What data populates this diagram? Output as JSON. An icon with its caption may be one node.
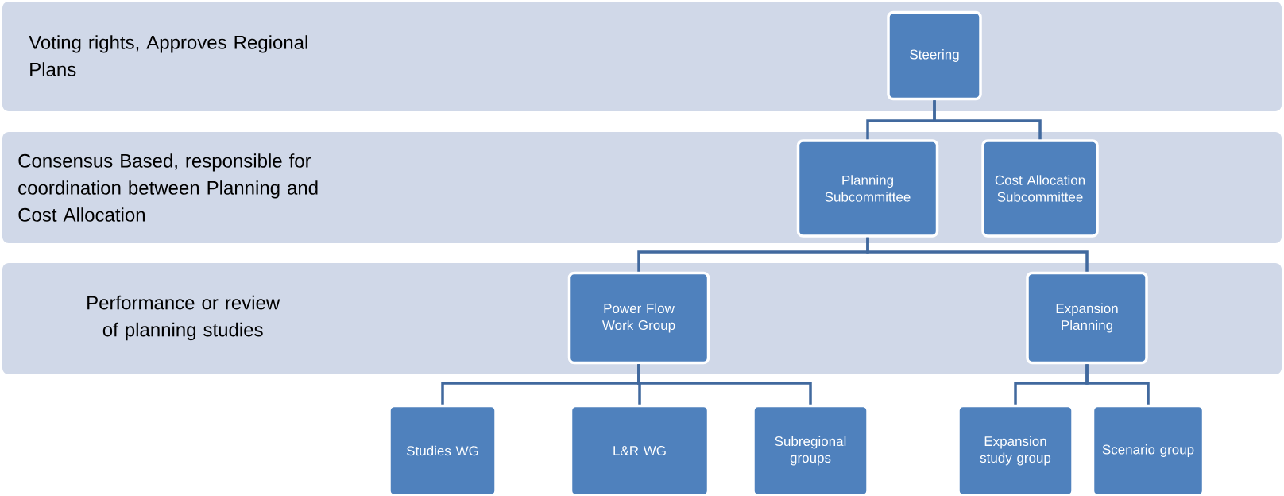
{
  "diagram": {
    "nodes": [
      {
        "text": [
          "Voting rights, Approves Regional Plans"
        ]
      },
      {
        "text": [
          "Steering"
        ],
        "in": 0
      },
      {
        "text": [
          "Consensus Based, responsible for coordination between Planning and Cost Allocation"
        ]
      },
      {
        "text": [
          "Planning Subcommittee"
        ],
        "in": 2
      },
      {
        "text": [
          "Cost Allocation Subcommittee"
        ],
        "in": 2
      },
      {
        "text": [
          "Performance or review of planning studies"
        ]
      },
      {
        "text": [
          "Power Flow Work Group"
        ],
        "in": 5
      },
      {
        "text": [
          "Expansion Planning"
        ],
        "in": 5
      },
      {
        "text": [
          "Studies WG"
        ]
      },
      {
        "text": [
          "L&R WG"
        ]
      },
      {
        "text": [
          "Subregional groups"
        ]
      },
      {
        "text": [
          "Expansion study group"
        ]
      },
      {
        "text": [
          "Scenario group"
        ]
      }
    ],
    "edges": [
      {
        "from": 1,
        "to": 3,
        "arrow": "none"
      },
      {
        "from": 1,
        "to": 4,
        "arrow": "none"
      },
      {
        "from": 3,
        "to": 6,
        "arrow": "none"
      },
      {
        "from": 3,
        "to": 7,
        "arrow": "none"
      },
      {
        "from": 6,
        "to": 8,
        "arrow": "none"
      },
      {
        "from": 6,
        "to": 9,
        "arrow": "none"
      },
      {
        "from": 6,
        "to": 10,
        "arrow": "none"
      },
      {
        "from": 7,
        "to": 11,
        "arrow": "none"
      },
      {
        "from": 7,
        "to": 12,
        "arrow": "none"
      }
    ]
  }
}
